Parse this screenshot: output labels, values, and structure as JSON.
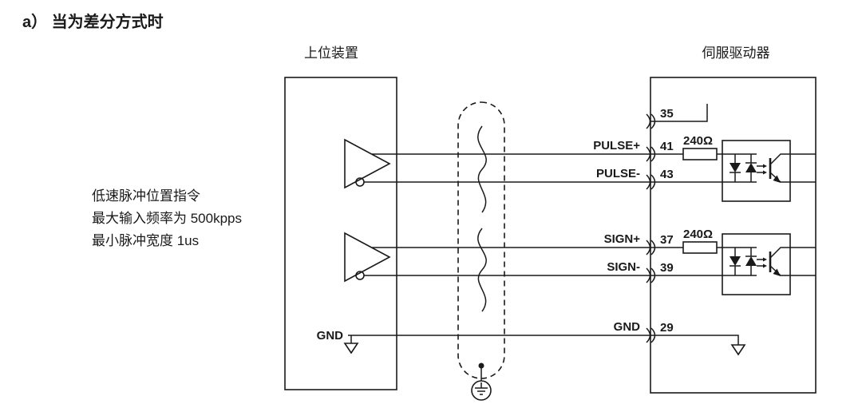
{
  "title": "a）  当为差分方式时",
  "note": {
    "line1": "低速脉冲位置指令",
    "line2": "最大输入频率为 500kpps",
    "line3": "最小脉冲宽度 1us"
  },
  "host": {
    "label": "上位装置",
    "gnd_label": "GND"
  },
  "servo": {
    "label": "伺服驱动器"
  },
  "pins": {
    "top": {
      "pin": "35"
    },
    "pulse_plus": {
      "label": "PULSE+",
      "pin": "41",
      "resistor": "240Ω"
    },
    "pulse_minus": {
      "label": "PULSE-",
      "pin": "43"
    },
    "sign_plus": {
      "label": "SIGN+",
      "pin": "37",
      "resistor": "240Ω"
    },
    "sign_minus": {
      "label": "SIGN-",
      "pin": "39"
    },
    "gnd": {
      "label": "GND",
      "pin": "29"
    }
  },
  "colors": {
    "ink": "#1a1a1a",
    "background": "#ffffff"
  }
}
